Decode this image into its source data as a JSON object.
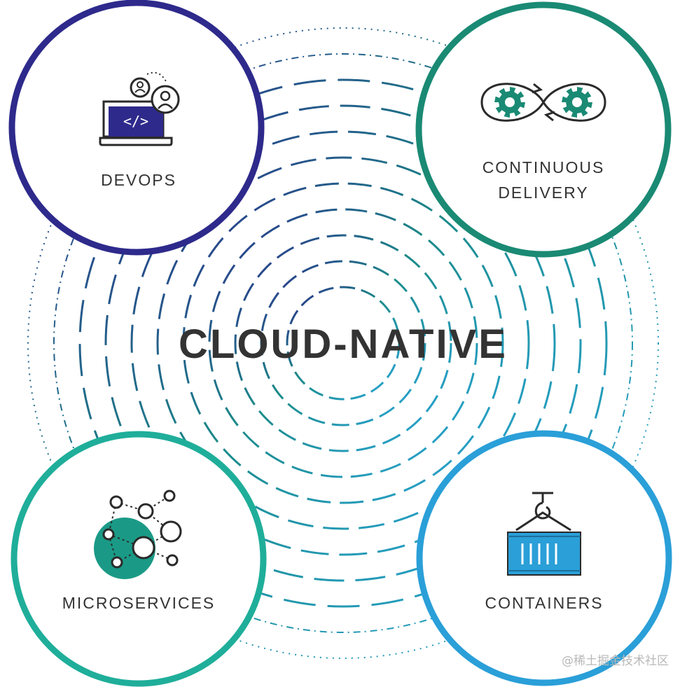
{
  "center_title": "CLOUD-NATIVE",
  "nodes": {
    "devops": {
      "label": "DEVOPS",
      "icon": "laptop-code-users-icon",
      "color": "#2e2a8c"
    },
    "continuous_delivery": {
      "label_line1": "CONTINUOUS",
      "label_line2": "DELIVERY",
      "icon": "gears-infinity-loop-icon",
      "color": "#1a8a74"
    },
    "microservices": {
      "label": "MICROSERVICES",
      "icon": "network-nodes-icon",
      "color": "#1fae9a"
    },
    "containers": {
      "label": "CONTAINERS",
      "icon": "crane-container-icon",
      "color": "#2a9fd8"
    }
  },
  "watermark": "@稀土掘金技术社区",
  "colors": {
    "text": "#333333",
    "navy": "#2e2a8c",
    "teal_dark": "#1a8a74",
    "teal": "#1fae9a",
    "blue": "#2a9fd8"
  }
}
